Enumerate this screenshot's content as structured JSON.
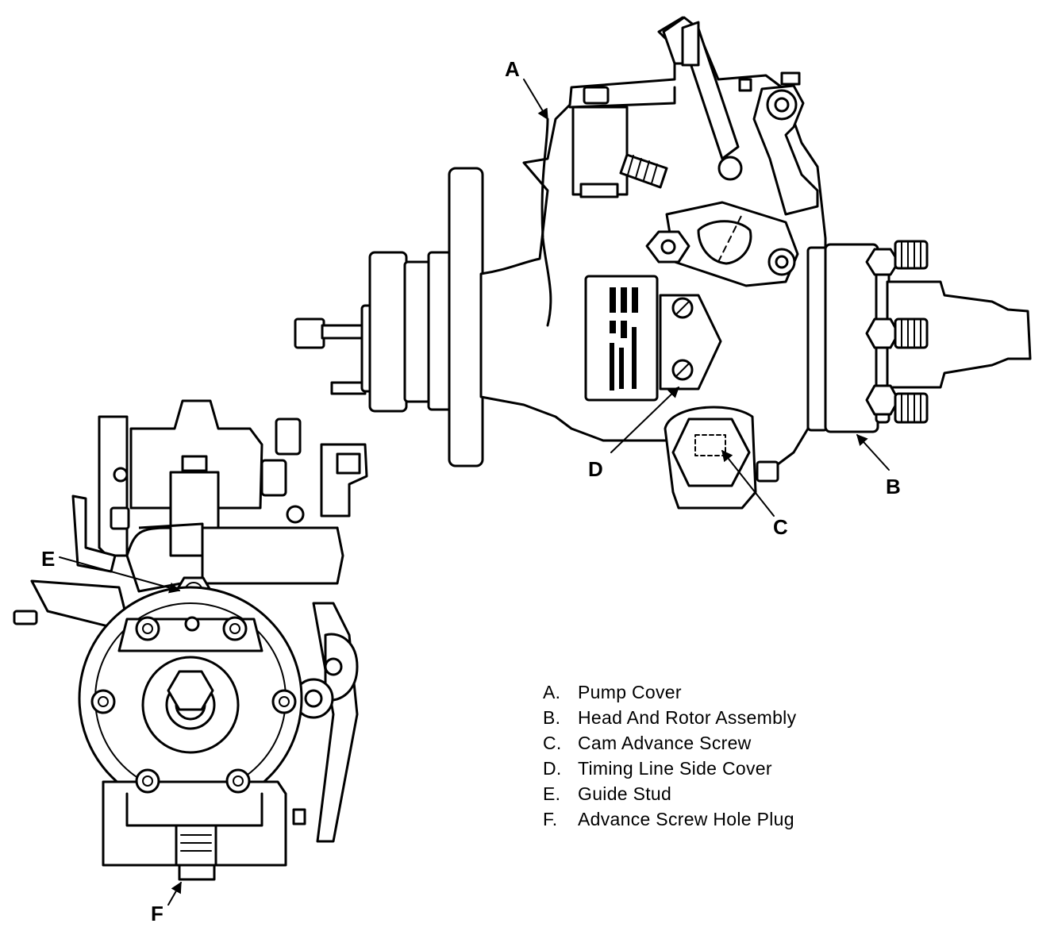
{
  "callouts": {
    "A": "A",
    "B": "B",
    "C": "C",
    "D": "D",
    "E": "E",
    "F": "F"
  },
  "legend": [
    {
      "letter": "A.",
      "text": "Pump Cover"
    },
    {
      "letter": "B.",
      "text": "Head And Rotor Assembly"
    },
    {
      "letter": "C.",
      "text": "Cam Advance Screw"
    },
    {
      "letter": "D.",
      "text": "Timing Line Side Cover"
    },
    {
      "letter": "E.",
      "text": "Guide Stud"
    },
    {
      "letter": "F.",
      "text": "Advance Screw Hole Plug"
    }
  ]
}
